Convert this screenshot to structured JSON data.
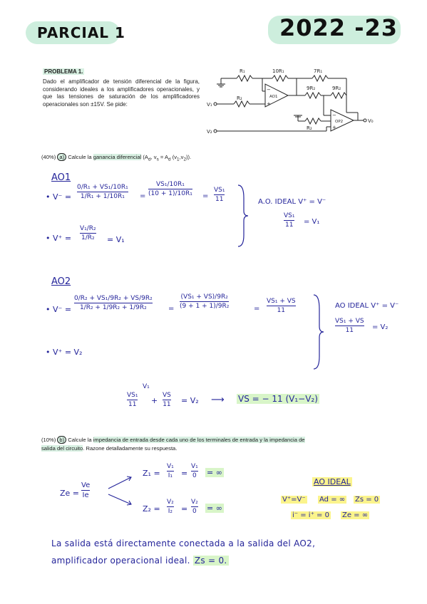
{
  "header": {
    "parcial": "PARCIAL 1",
    "year": "2022 -23"
  },
  "problem": {
    "title": "PROBLEMA 1.",
    "text": "Dado el amplificador de tensión diferencial de la figura, considerando ideales a los amplificadores operacionales, y que las tensiones de saturación de los amplificadores operacionales son ±15V. Se pide:"
  },
  "circuit": {
    "r1": "R₁",
    "r1b": "10R₁",
    "r1c": "7R₁",
    "r2": "R₂",
    "r2b": "9R₂",
    "r2c": "9R₂",
    "r2d": "R₂",
    "v1": "V₁",
    "v2": "V₂",
    "vs": "V₀",
    "ao1": "AO1",
    "op2": "OP2"
  },
  "q_a": {
    "prefix": "(40%)",
    "letter": "a)",
    "text_1": " Calcule la ",
    "hl": "ganancia diferencial",
    "text_2": " (A",
    "text_3": ", v",
    "text_4": " = A",
    "text_5": " (v",
    "text_6": ",v",
    "text_7": "))."
  },
  "ao1": {
    "label": "AO1",
    "vminus_lhs": "• V⁻ =",
    "n1": "0/R₁ + VS₁/10R₁",
    "d1": "1/R₁ + 1/10R₁",
    "eq1n": "VS₁/10R₁",
    "eq1d": "(10 + 1)/10R₁",
    "eq2n": "VS₁",
    "eq2d": "11",
    "vplus_lhs": "• V⁺ =",
    "vp_n": "V₁/R₂",
    "vp_d": "1/R₂",
    "vp_rhs": "= V₁",
    "ideal": "A.O. IDEAL   V⁺ = V⁻",
    "ideal_n": "VS₁",
    "ideal_d": "11",
    "ideal_rhs": "= V₁"
  },
  "ao2": {
    "label": "AO2",
    "vminus_lhs": "• V⁻ =",
    "n1": "0/R₂ + VS₁/9R₂ + VS/9R₂",
    "d1": "1/R₂ + 1/9R₂ + 1/9R₂",
    "eq1n": "(VS₁ + VS)/9R₂",
    "eq1d": "(9 + 1 + 1)/9R₂",
    "eq2n": "VS₁ + VS",
    "eq2d": "11",
    "vplus": "• V⁺ = V₂",
    "ideal": "AO IDEAL  V⁺ = V⁻",
    "ideal_n": "VS₁ + VS",
    "ideal_d": "11",
    "ideal_rhs": "= V₂"
  },
  "result": {
    "v1_above": "V₁",
    "f1n": "VS₁",
    "f1d": "11",
    "plus": "+",
    "f2n": "VS",
    "f2d": "11",
    "rhs": "= V₂",
    "arrow": "⟶",
    "final": "VS = − 11 (V₁−V₂)"
  },
  "q_b": {
    "prefix": "(10%)",
    "letter": "b)",
    "text_1": " Calcule la ",
    "hl_1": "impedancia de entrada desde cada uno de los terminales de entrada y la impedancia de",
    "hl_2": "salida del circuito",
    "text_2": ". Razone detalladamente su respuesta."
  },
  "imp": {
    "ze": "Ze =",
    "ze_n": "Ve",
    "ze_d": "Ie",
    "z1": "Z₁ =",
    "z1n": "V₁",
    "z1d": "I₁",
    "z1eq": "=",
    "z1n2": "V₁",
    "z1d2": "0",
    "z1res": "= ∞",
    "z2": "Z₂ =",
    "z2n": "V₂",
    "z2d": "I₂",
    "z2eq": "=",
    "z2n2": "V₂",
    "z2d2": "0",
    "z2res": "= ∞",
    "ideal_title": "AO IDEAL",
    "ideal_l1a": "V⁺=V⁻",
    "ideal_l1b": "Ad = ∞",
    "ideal_l1c": "Zs = 0",
    "ideal_l2a": "i⁻ = i⁺ = 0",
    "ideal_l2b": "Ze = ∞"
  },
  "conclusion": {
    "line1": "La salida está directamente conectada a la salida del AO2,",
    "line2": "amplificador operacional ideal.",
    "zs": "Zs = 0."
  }
}
